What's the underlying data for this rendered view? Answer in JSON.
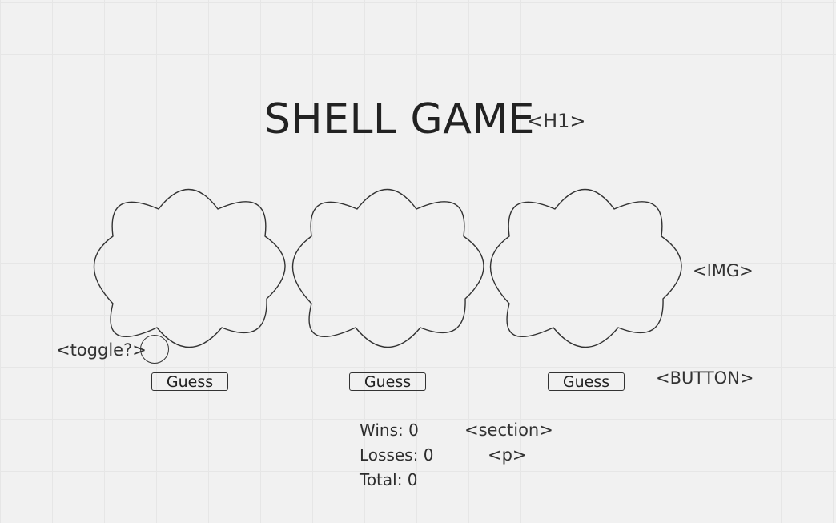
{
  "title": "SHELL GAME",
  "annotations": {
    "h1": "<H1>",
    "img": "<IMG>",
    "toggle": "<toggle?>",
    "button": "<BUTTON>",
    "section": "<section>",
    "p": "<p>"
  },
  "shells": [
    {
      "button_label": "Guess"
    },
    {
      "button_label": "Guess"
    },
    {
      "button_label": "Guess"
    }
  ],
  "stats": {
    "wins": "Wins: 0",
    "losses": "Losses: 0",
    "total": "Total: 0"
  }
}
